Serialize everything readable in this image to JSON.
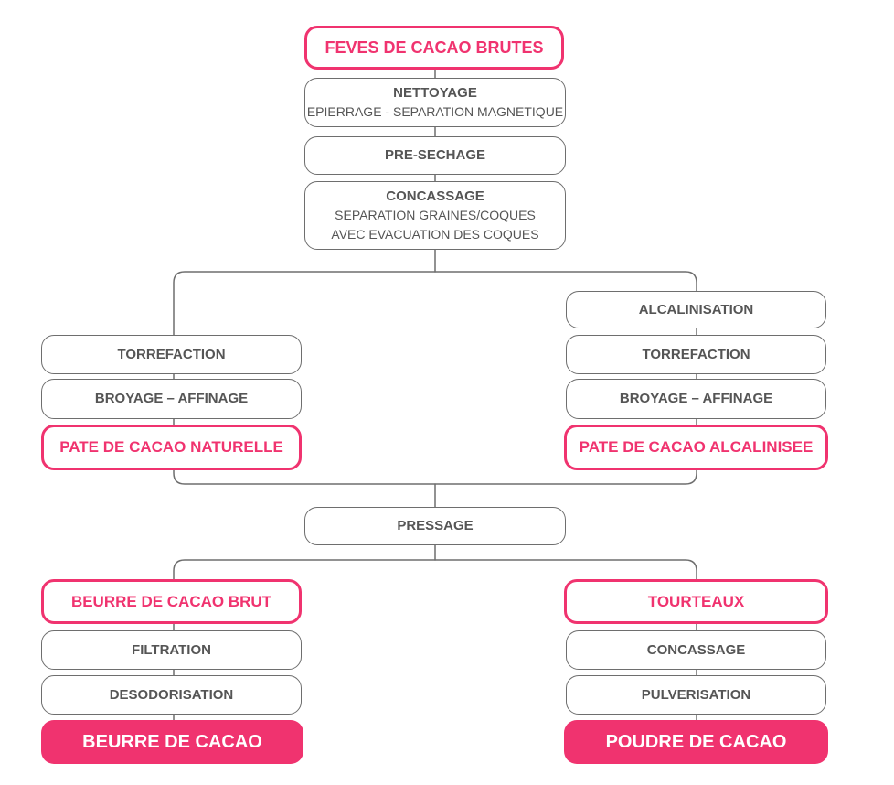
{
  "colors": {
    "accent": "#f0336f",
    "border": "#6e6e6e",
    "text": "#555555"
  },
  "top": {
    "feves": "FEVES DE CACAO BRUTES",
    "nettoyage_title": "NETTOYAGE",
    "nettoyage_sub": "EPIERRAGE - SEPARATION MAGNETIQUE",
    "presechage": "PRE-SECHAGE",
    "concassage_title": "CONCASSAGE",
    "concassage_sub1": "SEPARATION GRAINES/COQUES",
    "concassage_sub2": "AVEC EVACUATION DES COQUES"
  },
  "left_branch": {
    "torrefaction": "TORREFACTION",
    "broyage": "BROYAGE – AFFINAGE",
    "pate": "PATE DE CACAO NATURELLE"
  },
  "right_branch": {
    "alcalinisation": "ALCALINISATION",
    "torrefaction": "TORREFACTION",
    "broyage": "BROYAGE – AFFINAGE",
    "pate": "PATE DE CACAO ALCALINISEE"
  },
  "pressage": "PRESSAGE",
  "beurre_branch": {
    "brut": "BEURRE DE CACAO BRUT",
    "filtration": "FILTRATION",
    "desodorisation": "DESODORISATION",
    "final": "BEURRE DE CACAO"
  },
  "poudre_branch": {
    "tourteaux": "TOURTEAUX",
    "concassage": "CONCASSAGE",
    "pulverisation": "PULVERISATION",
    "final": "POUDRE DE CACAO"
  }
}
